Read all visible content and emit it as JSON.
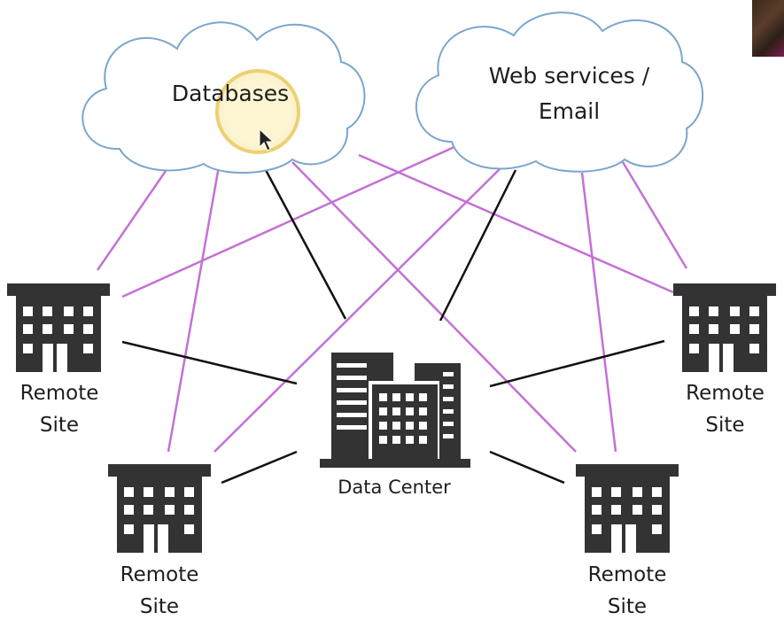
{
  "clouds": {
    "databases": {
      "label": "Databases"
    },
    "web_services": {
      "label": "Web services /\nEmail"
    }
  },
  "nodes": {
    "data_center": {
      "label": "Data Center"
    },
    "site_left": {
      "label": "Remote\nSite"
    },
    "site_right": {
      "label": "Remote\nSite"
    },
    "site_bottom_left": {
      "label": "Remote\nSite"
    },
    "site_bottom_right": {
      "label": "Remote\nSite"
    }
  },
  "colors": {
    "cloud_stroke": "#7aa6cf",
    "cloud_link": "#c470d6",
    "datacenter_link": "#111111",
    "building": "#333333",
    "cursor_highlight": "#f2d36b"
  },
  "icons": {
    "cursor": "arrow-cursor-icon",
    "building": "office-building-icon",
    "datacenter": "data-center-icon",
    "cloud": "cloud-icon"
  }
}
